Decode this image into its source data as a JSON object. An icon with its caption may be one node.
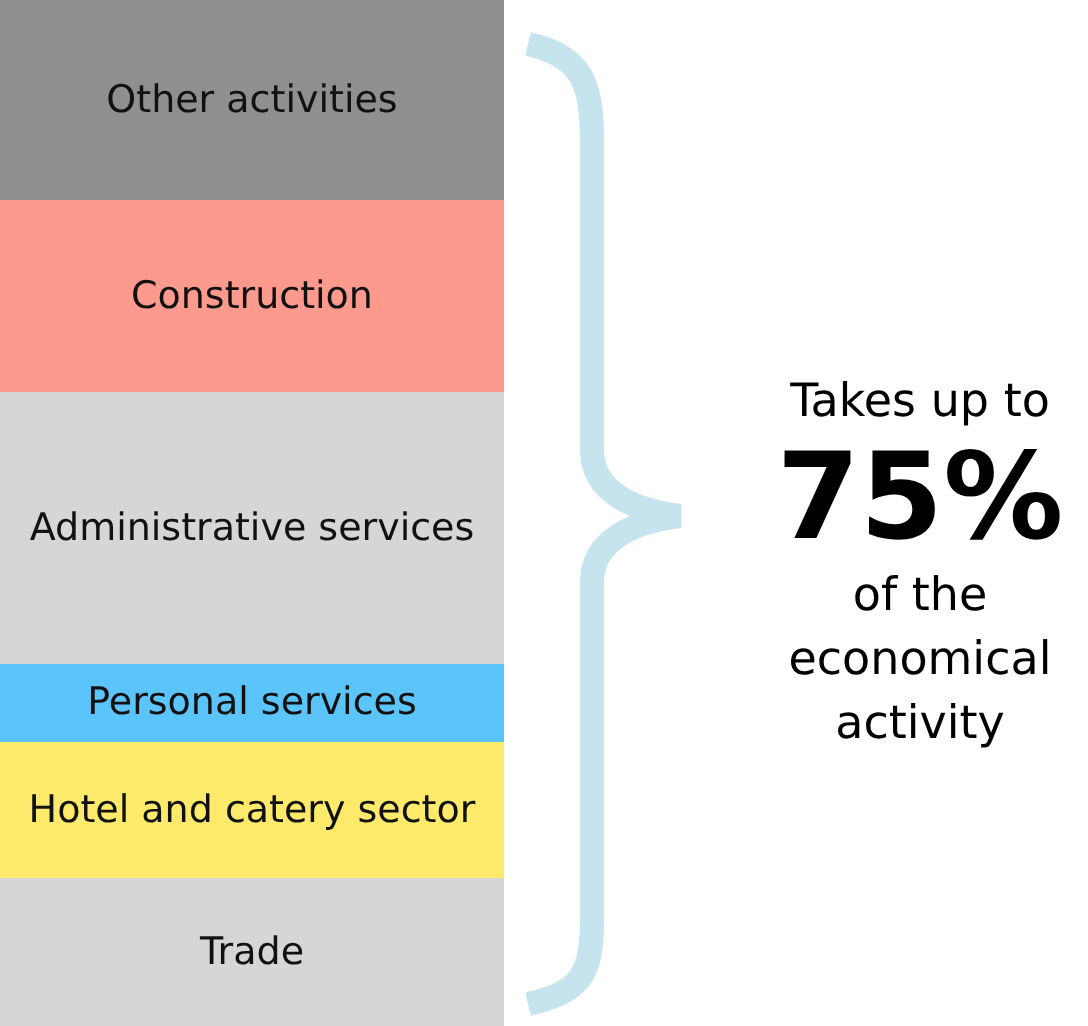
{
  "diagram": {
    "nodes": [
      {
        "text": [
          "Other activities"
        ]
      },
      {
        "text": [
          "Construction"
        ]
      },
      {
        "text": [
          "Administrative services"
        ]
      },
      {
        "text": [
          "Personal services"
        ]
      },
      {
        "text": [
          "Hotel and catery sector"
        ]
      },
      {
        "text": [
          "Trade"
        ]
      }
    ],
    "labels": [
      "Takes up to",
      "75%",
      "of the economical activity"
    ]
  }
}
